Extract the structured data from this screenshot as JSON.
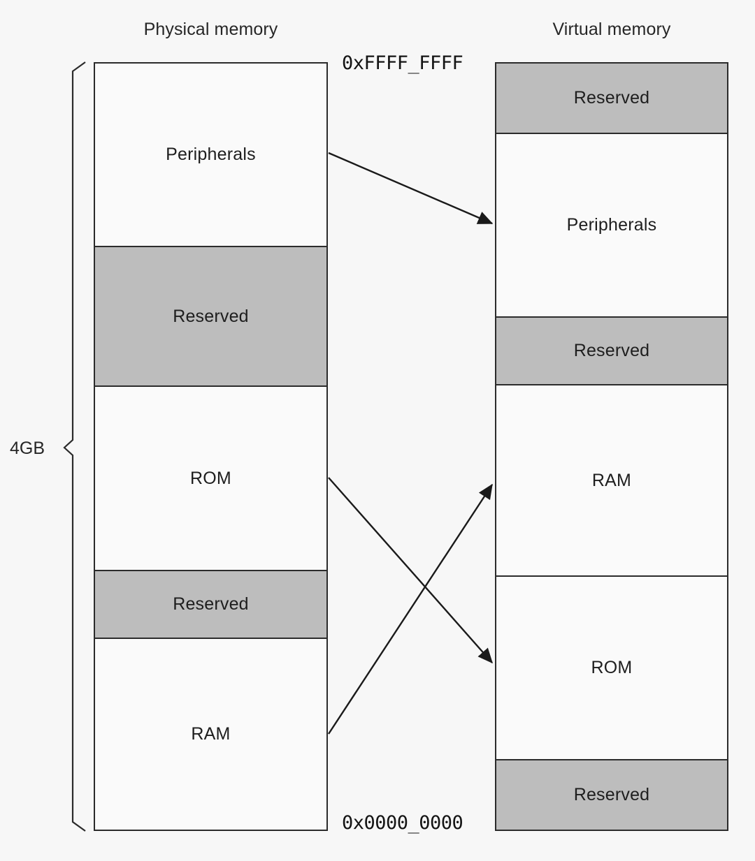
{
  "diagram": {
    "kind": "memory-map-diagram",
    "columns": {
      "physical": {
        "title": "Physical memory",
        "blocks": [
          {
            "label": "Peripherals",
            "type": "normal"
          },
          {
            "label": "Reserved",
            "type": "reserved"
          },
          {
            "label": "ROM",
            "type": "normal"
          },
          {
            "label": "Reserved",
            "type": "reserved"
          },
          {
            "label": "RAM",
            "type": "normal"
          }
        ]
      },
      "virtual": {
        "title": "Virtual memory",
        "blocks": [
          {
            "label": "Reserved",
            "type": "reserved"
          },
          {
            "label": "Peripherals",
            "type": "normal"
          },
          {
            "label": "Reserved",
            "type": "reserved"
          },
          {
            "label": "RAM",
            "type": "normal"
          },
          {
            "label": "ROM",
            "type": "normal"
          },
          {
            "label": "Reserved",
            "type": "reserved"
          }
        ]
      }
    },
    "addresses": {
      "top": "0xFFFF_FFFF",
      "bottom": "0x0000_0000"
    },
    "brace": {
      "label": "4GB"
    },
    "mappings": [
      {
        "from": "Peripherals",
        "to": "Peripherals"
      },
      {
        "from": "ROM",
        "to": "ROM"
      },
      {
        "from": "RAM",
        "to": "RAM"
      }
    ],
    "colors": {
      "reserved_fill": "#bdbdbd",
      "normal_fill": "#fafafa",
      "stroke": "#2b2b2b",
      "background": "#f7f7f7",
      "text": "#1e1e1e"
    }
  }
}
